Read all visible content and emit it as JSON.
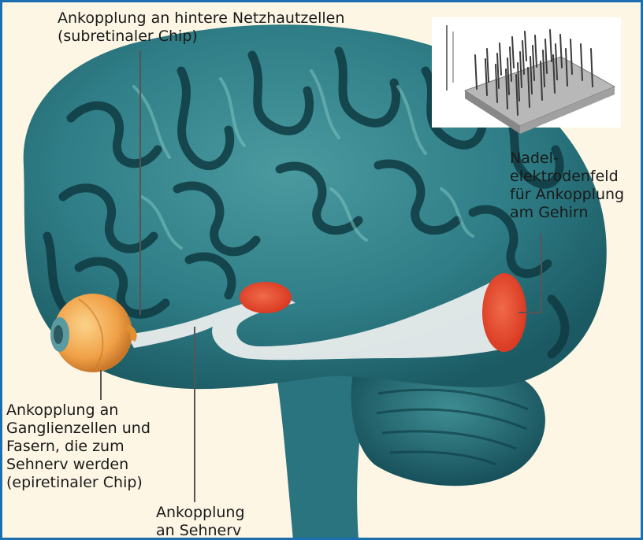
{
  "labels": {
    "subretinal": "Ankopplung an hintere Netzhautzellen\n(subretinaler Chip)",
    "cortex": "Nadel-\nelektrodenfeld\nfür Ankopplung\nam Gehirn",
    "epiretinal": "Ankopplung an\nGanglienzellen und\nFasern, die zum\nSehnerv werden\n(epiretinaler Chip)",
    "optic_nerve": "Ankopplung\nan Sehnerv"
  },
  "colors": {
    "frame": "#1b6fb0",
    "background": "#fdf6e4",
    "brain": "#2f7d86",
    "brain_dark": "#123f47",
    "brain_light": "#6fb8b8",
    "pathway": "#e8ecec",
    "stimulation_site": "#e8452a",
    "eye": "#f0a046",
    "leader_line": "#555555"
  }
}
